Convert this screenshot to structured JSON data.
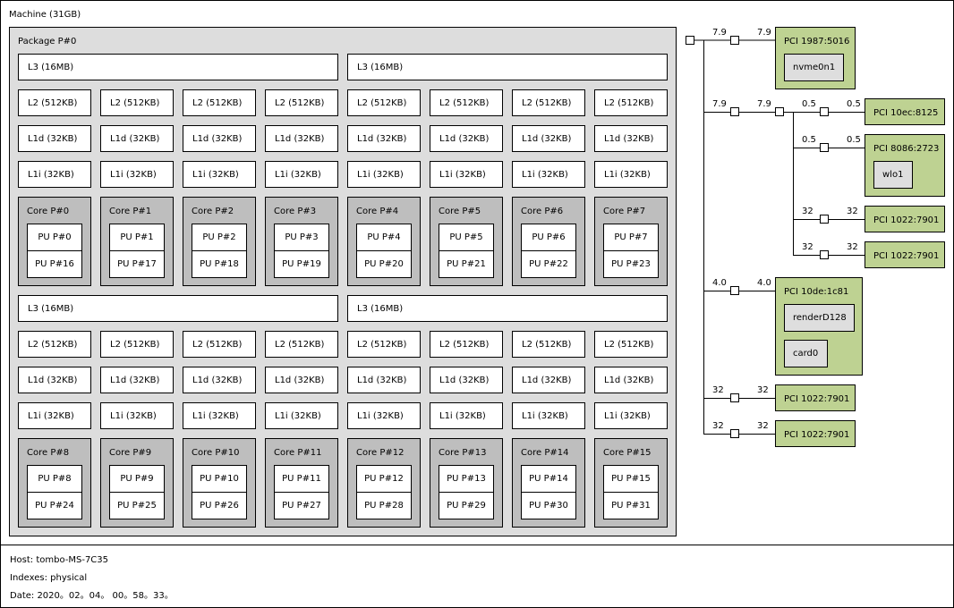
{
  "machine": {
    "label": "Machine (31GB)"
  },
  "package": {
    "label": "Package P#0"
  },
  "groups": [
    {
      "l3": [
        "L3 (16MB)",
        "L3 (16MB)"
      ],
      "l2": [
        "L2 (512KB)",
        "L2 (512KB)",
        "L2 (512KB)",
        "L2 (512KB)",
        "L2 (512KB)",
        "L2 (512KB)",
        "L2 (512KB)",
        "L2 (512KB)"
      ],
      "l1d": [
        "L1d (32KB)",
        "L1d (32KB)",
        "L1d (32KB)",
        "L1d (32KB)",
        "L1d (32KB)",
        "L1d (32KB)",
        "L1d (32KB)",
        "L1d (32KB)"
      ],
      "l1i": [
        "L1i (32KB)",
        "L1i (32KB)",
        "L1i (32KB)",
        "L1i (32KB)",
        "L1i (32KB)",
        "L1i (32KB)",
        "L1i (32KB)",
        "L1i (32KB)"
      ],
      "cores": [
        {
          "label": "Core P#0",
          "pu": [
            "PU P#0",
            "PU P#16"
          ]
        },
        {
          "label": "Core P#1",
          "pu": [
            "PU P#1",
            "PU P#17"
          ]
        },
        {
          "label": "Core P#2",
          "pu": [
            "PU P#2",
            "PU P#18"
          ]
        },
        {
          "label": "Core P#3",
          "pu": [
            "PU P#3",
            "PU P#19"
          ]
        },
        {
          "label": "Core P#4",
          "pu": [
            "PU P#4",
            "PU P#20"
          ]
        },
        {
          "label": "Core P#5",
          "pu": [
            "PU P#5",
            "PU P#21"
          ]
        },
        {
          "label": "Core P#6",
          "pu": [
            "PU P#6",
            "PU P#22"
          ]
        },
        {
          "label": "Core P#7",
          "pu": [
            "PU P#7",
            "PU P#23"
          ]
        }
      ]
    },
    {
      "l3": [
        "L3 (16MB)",
        "L3 (16MB)"
      ],
      "l2": [
        "L2 (512KB)",
        "L2 (512KB)",
        "L2 (512KB)",
        "L2 (512KB)",
        "L2 (512KB)",
        "L2 (512KB)",
        "L2 (512KB)",
        "L2 (512KB)"
      ],
      "l1d": [
        "L1d (32KB)",
        "L1d (32KB)",
        "L1d (32KB)",
        "L1d (32KB)",
        "L1d (32KB)",
        "L1d (32KB)",
        "L1d (32KB)",
        "L1d (32KB)"
      ],
      "l1i": [
        "L1i (32KB)",
        "L1i (32KB)",
        "L1i (32KB)",
        "L1i (32KB)",
        "L1i (32KB)",
        "L1i (32KB)",
        "L1i (32KB)",
        "L1i (32KB)"
      ],
      "cores": [
        {
          "label": "Core P#8",
          "pu": [
            "PU P#8",
            "PU P#24"
          ]
        },
        {
          "label": "Core P#9",
          "pu": [
            "PU P#9",
            "PU P#25"
          ]
        },
        {
          "label": "Core P#10",
          "pu": [
            "PU P#10",
            "PU P#26"
          ]
        },
        {
          "label": "Core P#11",
          "pu": [
            "PU P#11",
            "PU P#27"
          ]
        },
        {
          "label": "Core P#12",
          "pu": [
            "PU P#12",
            "PU P#28"
          ]
        },
        {
          "label": "Core P#13",
          "pu": [
            "PU P#13",
            "PU P#29"
          ]
        },
        {
          "label": "Core P#14",
          "pu": [
            "PU P#14",
            "PU P#30"
          ]
        },
        {
          "label": "Core P#15",
          "pu": [
            "PU P#15",
            "PU P#31"
          ]
        }
      ]
    }
  ],
  "pci": {
    "nvme": {
      "label": "PCI 1987:5016",
      "dev": "nvme0n1",
      "speed_left": "7.9",
      "speed_right": "7.9"
    },
    "bridge": {
      "speed_left": "7.9",
      "speed_right": "7.9"
    },
    "ethernet": {
      "label": "PCI 10ec:8125",
      "speed_left": "0.5",
      "speed_right": "0.5"
    },
    "wifi": {
      "label": "PCI 8086:2723",
      "dev": "wlo1",
      "speed_left": "0.5",
      "speed_right": "0.5"
    },
    "sata1": {
      "label": "PCI 1022:7901",
      "speed_left": "32",
      "speed_right": "32"
    },
    "sata2": {
      "label": "PCI 1022:7901",
      "speed_left": "32",
      "speed_right": "32"
    },
    "gpu": {
      "label": "PCI 10de:1c81",
      "devs": [
        "renderD128",
        "card0"
      ],
      "speed_left": "4.0",
      "speed_right": "4.0"
    },
    "sata3": {
      "label": "PCI 1022:7901",
      "speed_left": "32",
      "speed_right": "32"
    },
    "sata4": {
      "label": "PCI 1022:7901",
      "speed_left": "32",
      "speed_right": "32"
    }
  },
  "legend": {
    "host": "Host: tombo-MS-7C35",
    "indexes": "Indexes: physical",
    "date": "Date: 2020。02。04。 00。58。33。"
  },
  "colors": {
    "package": "#dddddd",
    "core": "#bebebe",
    "pci": "#bed292",
    "osdev": "#dedede"
  }
}
